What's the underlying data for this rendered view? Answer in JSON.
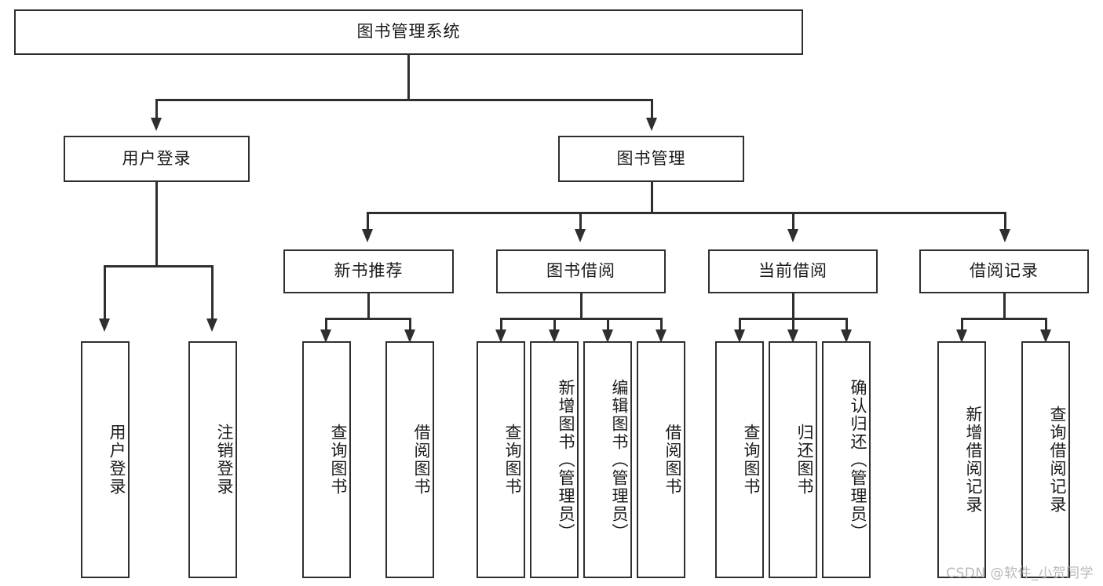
{
  "diagram": {
    "title": "图书管理系统",
    "type": "tree-hierarchy-diagram",
    "watermark": "CSDN @软件_小贺同学",
    "colors": {
      "stroke": "#2f2f2f",
      "fill": "#ffffff",
      "text": "#1a1a1a",
      "watermark": "#b9b9b9"
    },
    "nodes": {
      "root": "图书管理系统",
      "level2": [
        {
          "label": "用户登录"
        },
        {
          "label": "图书管理"
        }
      ],
      "level3": [
        {
          "label": "新书推荐"
        },
        {
          "label": "图书借阅"
        },
        {
          "label": "当前借阅"
        },
        {
          "label": "借阅记录"
        }
      ],
      "leaves": [
        {
          "label": "用户登录",
          "parent": "用户登录"
        },
        {
          "label": "注销登录",
          "parent": "用户登录"
        },
        {
          "label": "查询图书",
          "parent": "新书推荐"
        },
        {
          "label": "借阅图书",
          "parent": "新书推荐"
        },
        {
          "label": "查询图书",
          "parent": "图书借阅"
        },
        {
          "label": "新增图书（管理员）",
          "parent": "图书借阅"
        },
        {
          "label": "编辑图书（管理员）",
          "parent": "图书借阅"
        },
        {
          "label": "借阅图书",
          "parent": "图书借阅"
        },
        {
          "label": "查询图书",
          "parent": "当前借阅"
        },
        {
          "label": "归还图书",
          "parent": "当前借阅"
        },
        {
          "label": "确认归还（管理员）",
          "parent": "当前借阅"
        },
        {
          "label": "新增借阅记录",
          "parent": "借阅记录"
        },
        {
          "label": "查询借阅记录",
          "parent": "借阅记录"
        }
      ]
    }
  }
}
